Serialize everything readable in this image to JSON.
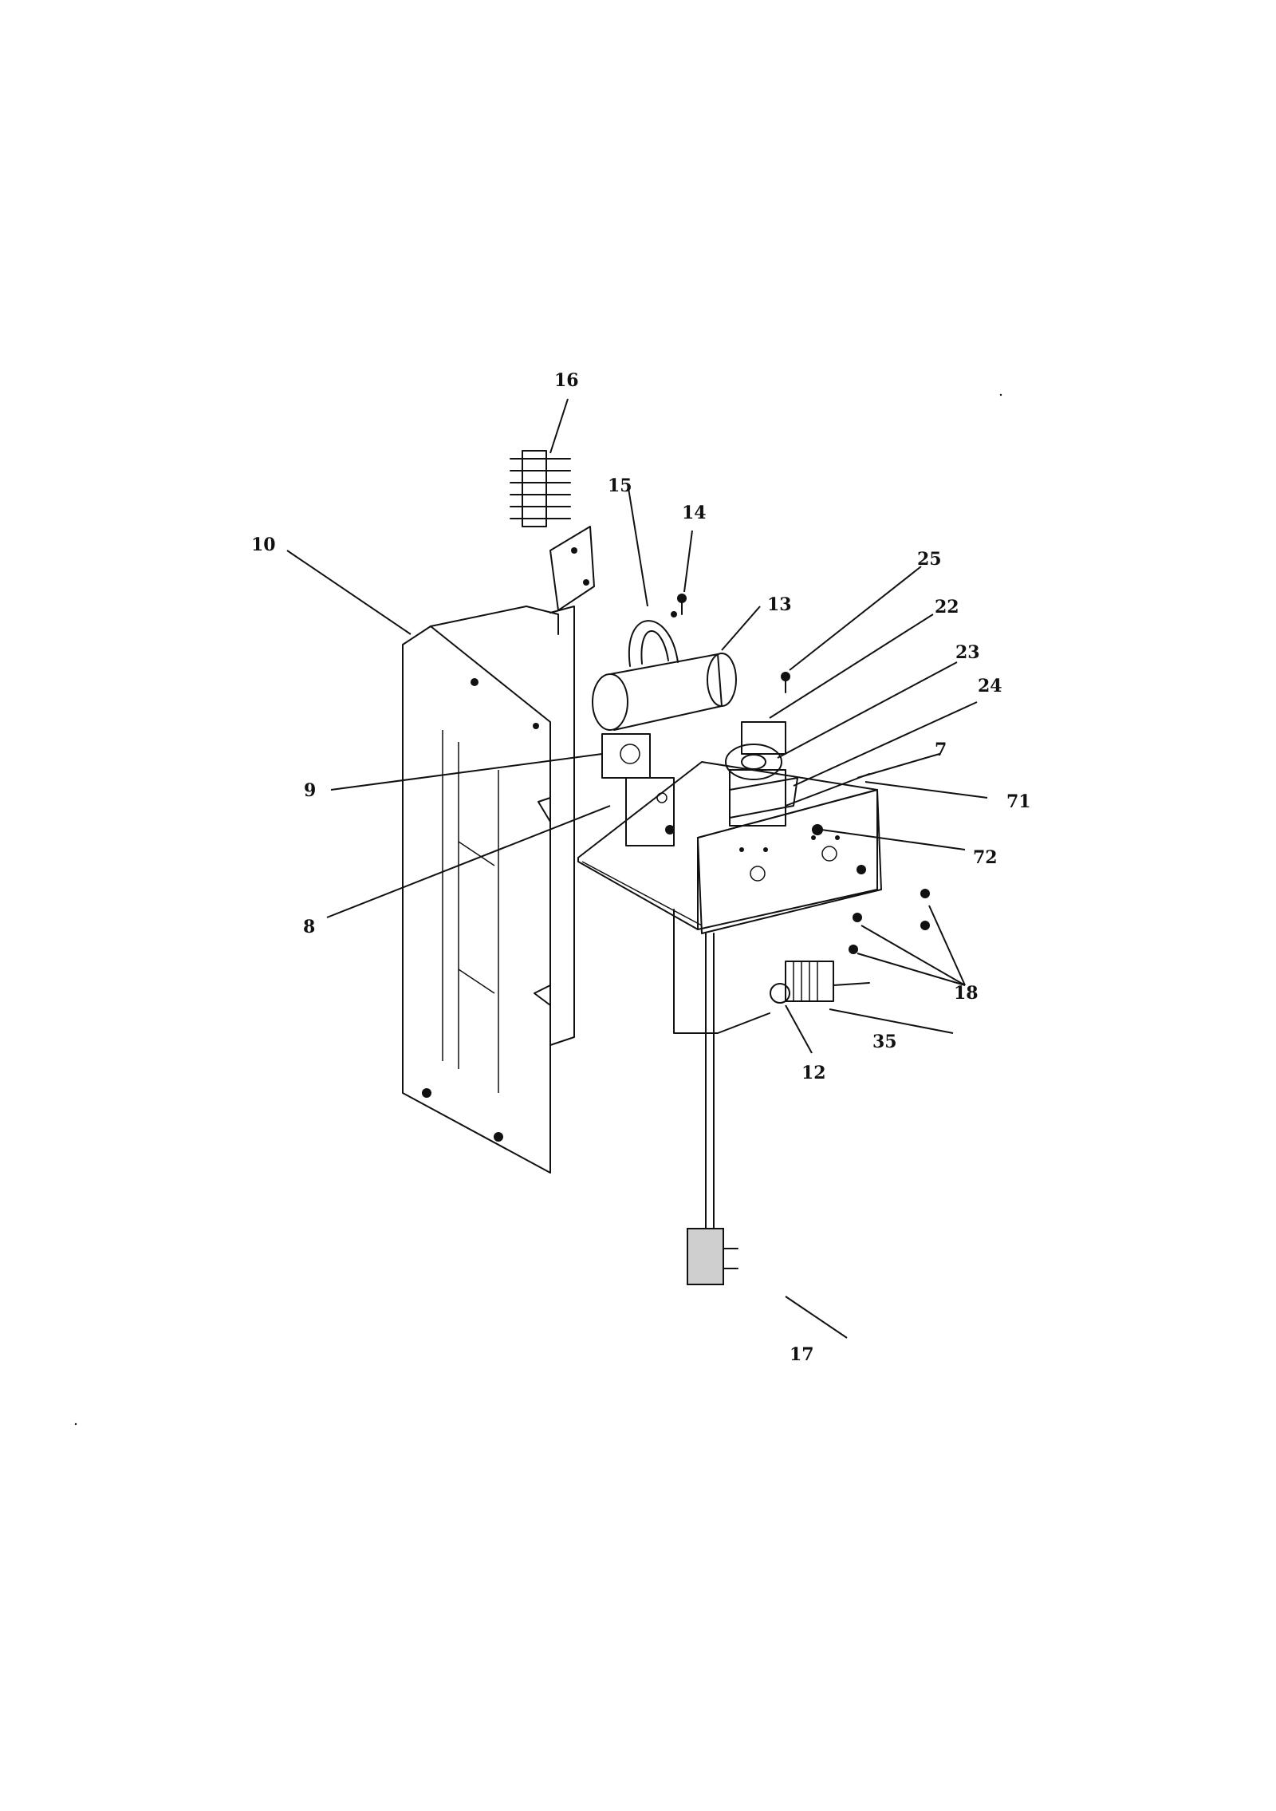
{
  "callouts": [
    {
      "id": "16",
      "text": "16"
    },
    {
      "id": "15",
      "text": "15"
    },
    {
      "id": "14",
      "text": "14"
    },
    {
      "id": "10",
      "text": "10"
    },
    {
      "id": "13",
      "text": "13"
    },
    {
      "id": "25",
      "text": "25"
    },
    {
      "id": "22",
      "text": "22"
    },
    {
      "id": "23",
      "text": "23"
    },
    {
      "id": "24",
      "text": "24"
    },
    {
      "id": "7",
      "text": "7"
    },
    {
      "id": "9",
      "text": "9"
    },
    {
      "id": "71",
      "text": "71"
    },
    {
      "id": "72",
      "text": "72"
    },
    {
      "id": "8",
      "text": "8"
    },
    {
      "id": "18",
      "text": "18"
    },
    {
      "id": "35",
      "text": "35"
    },
    {
      "id": "12",
      "text": "12"
    },
    {
      "id": "17",
      "text": "17"
    }
  ]
}
